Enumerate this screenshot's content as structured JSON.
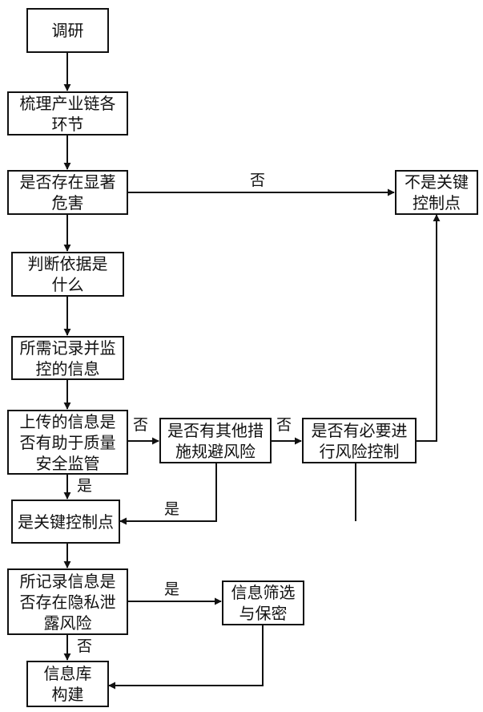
{
  "nodes": {
    "research": {
      "lines": [
        "调研"
      ]
    },
    "sort_chain": {
      "lines": [
        "梳理产业链各",
        "环节"
      ]
    },
    "hazard": {
      "lines": [
        "是否存在显著",
        "危害"
      ]
    },
    "not_ccp": {
      "lines": [
        "不是关键",
        "控制点"
      ]
    },
    "basis": {
      "lines": [
        "判断依据是",
        "什么"
      ]
    },
    "records": {
      "lines": [
        "所需记录并监",
        "控的信息"
      ]
    },
    "upload": {
      "lines": [
        "上传的信息是",
        "否有助于质量",
        "安全监管"
      ]
    },
    "other_measures": {
      "lines": [
        "是否有其他措",
        "施规避风险"
      ]
    },
    "need_control": {
      "lines": [
        "是否有必要进",
        "行风险控制"
      ]
    },
    "is_ccp": {
      "lines": [
        "是关键控制点"
      ]
    },
    "privacy": {
      "lines": [
        "所记录信息是",
        "否存在隐私泄",
        "露风险"
      ]
    },
    "filter": {
      "lines": [
        "信息筛选",
        "与保密"
      ]
    },
    "db": {
      "lines": [
        "信息库",
        "构建"
      ]
    }
  },
  "edge_labels": {
    "hazard_no": "否",
    "upload_no": "否",
    "measures_no": "否",
    "upload_yes": "是",
    "need_yes": "是",
    "privacy_yes": "是",
    "privacy_no": "否"
  }
}
